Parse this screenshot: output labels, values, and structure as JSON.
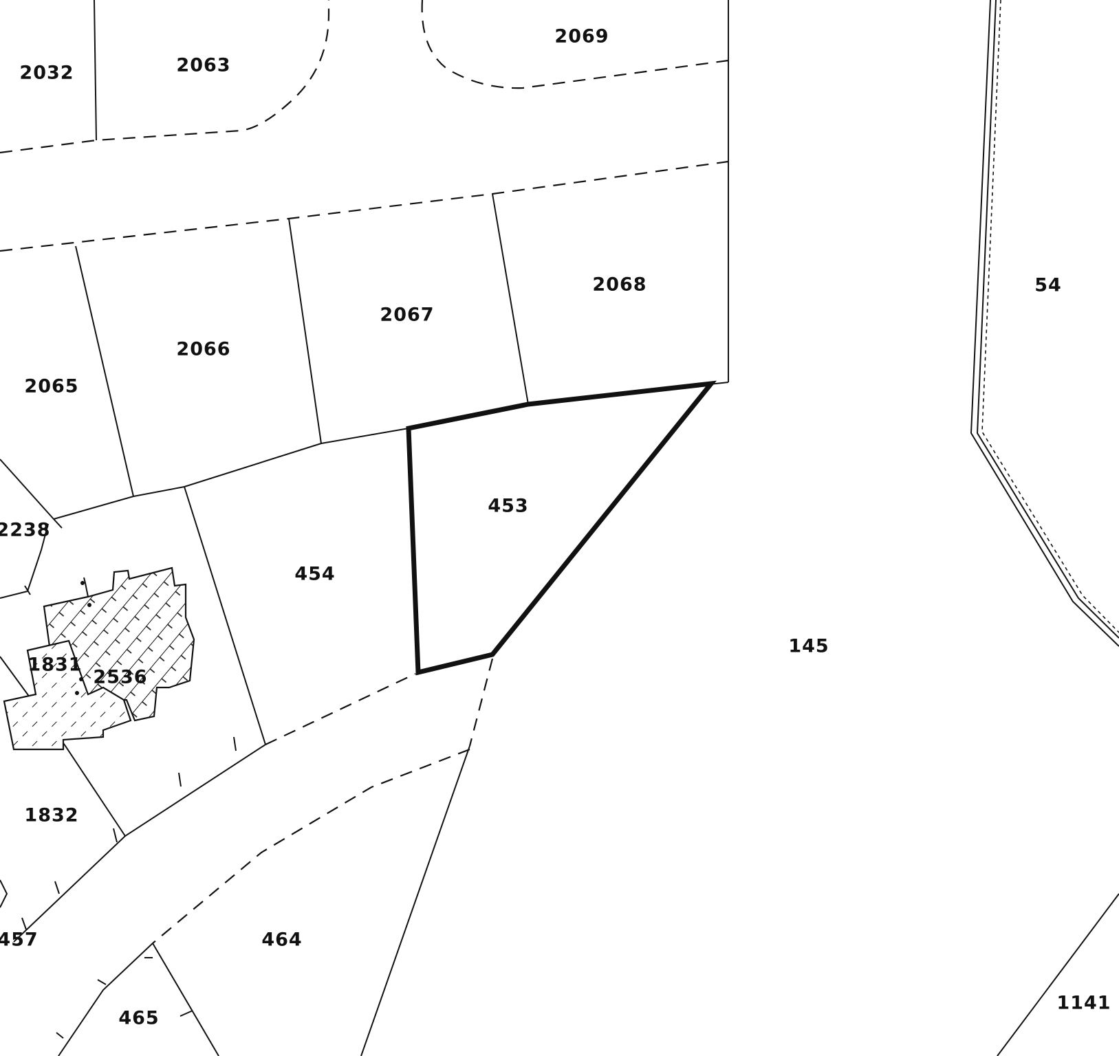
{
  "map": {
    "highlighted_parcel": "453",
    "parcels": [
      {
        "id": "2032"
      },
      {
        "id": "2063"
      },
      {
        "id": "2069"
      },
      {
        "id": "2065"
      },
      {
        "id": "2066"
      },
      {
        "id": "2067"
      },
      {
        "id": "2068"
      },
      {
        "id": "54"
      },
      {
        "id": "2238"
      },
      {
        "id": "453"
      },
      {
        "id": "454"
      },
      {
        "id": "1831"
      },
      {
        "id": "2536"
      },
      {
        "id": "145"
      },
      {
        "id": "1832"
      },
      {
        "id": "457"
      },
      {
        "id": "464"
      },
      {
        "id": "465"
      },
      {
        "id": "1141"
      }
    ]
  }
}
